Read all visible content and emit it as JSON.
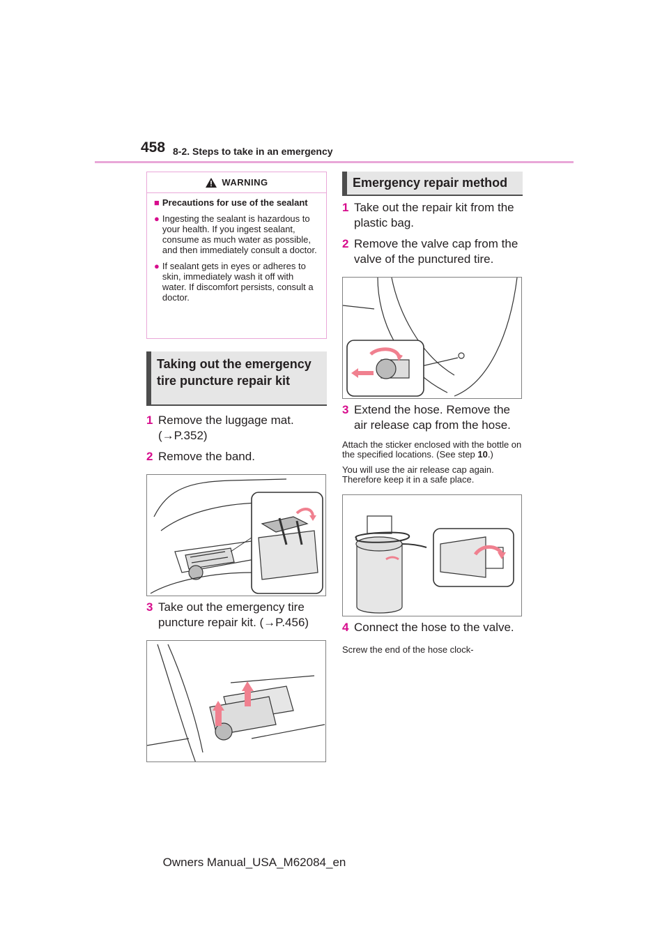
{
  "header": {
    "page_number": "458",
    "section": "8-2. Steps to take in an emergency"
  },
  "warning": {
    "label": "WARNING",
    "title": "Precautions for use of the sealant",
    "items": [
      "Ingesting the sealant is hazardous to your health. If you ingest sealant, consume as much water as possible, and then immediately consult a doctor.",
      "If sealant gets in eyes or adheres to skin, immediately wash it off with water. If discomfort persists, consult a doctor."
    ]
  },
  "left_section": {
    "title": "Taking out the emergency tire puncture repair kit",
    "steps": [
      {
        "num": "1",
        "text": "Remove the luggage mat. (→P.352)"
      },
      {
        "num": "2",
        "text": "Remove the band."
      },
      {
        "num": "3",
        "text": "Take out the emergency tire puncture repair kit. (→P.456)"
      }
    ]
  },
  "right_section": {
    "title": "Emergency repair method",
    "steps": [
      {
        "num": "1",
        "text": "Take out the repair kit from the plastic bag."
      },
      {
        "num": "2",
        "text": "Remove the valve cap from the valve of the punctured tire."
      },
      {
        "num": "3",
        "text": "Extend the hose. Remove the air release cap from the hose."
      },
      {
        "num": "4",
        "text": "Connect the hose to the valve."
      }
    ],
    "note1_pre": "Attach the sticker enclosed with the bottle on the specified locations. (See step ",
    "note1_step": "10",
    "note1_post": ".)",
    "note2": "You will use the air release cap again. Therefore keep it in a safe place.",
    "note3": "Screw the end of the hose clock-"
  },
  "footer": {
    "text": "Owners Manual_USA_M62084_en"
  },
  "colors": {
    "accent": "#d70c8c",
    "rule": "#e9a7d8",
    "section_bg": "#e6e6e6",
    "arrow": "#f0808f"
  }
}
